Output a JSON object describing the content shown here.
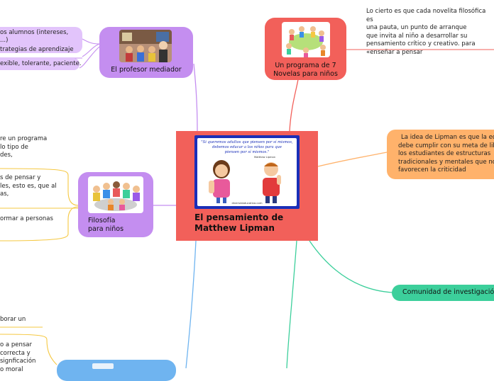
{
  "central": {
    "title_line1": "El pensamiento de",
    "title_line2": "Matthew Lipman",
    "image": {
      "quote_line1": "\"Si queremos adultos que piensen por sí mismos,",
      "quote_line2": "debemos educar a los niños para que",
      "quote_line3": "piensen por sí mismos.\"",
      "author": "Matthew Lipman",
      "footer": "diversidaducativa.com"
    },
    "color": "#f2605a"
  },
  "topics": {
    "profesor": {
      "label": "El profesor mediador",
      "color": "#c48ef0"
    },
    "programa": {
      "label_line1": "Un programa de 7",
      "label_line2": "Novelas para niños",
      "color": "#f2605a"
    },
    "filosofia": {
      "label_line1": "Filosofía",
      "label_line2": "para niños",
      "color": "#c48ef0"
    },
    "idea": {
      "lines": [
        "La idea de Lipman es que la edu",
        "debe cumplir con su meta de lib",
        "los estudiantes de estructuras",
        "tradicionales y mentales que no",
        "favorecen la criticidad"
      ],
      "color": "#ffb26b"
    },
    "comunidad": {
      "label": "Comunidad de investigación",
      "color": "#3ccf9b"
    },
    "bottom_left": {
      "color": "#6fb4f0"
    }
  },
  "notes": {
    "profesor_items": [
      "os alumnos (intereses,",
      "...)",
      "trategias de aprendizaje",
      "exible, tolerante, paciente."
    ],
    "programa_text": [
      "Lo cierto es que cada novelita filosófica es",
      "una pauta, un punto de arranque",
      "que invita al niño a desarrollar su",
      "pensamiento crítico y creativo. para",
      "«enseñar a pensar"
    ],
    "filosofia_text_1": [
      "re un programa",
      "lo tipo de",
      "des,"
    ],
    "filosofia_text_2": [
      "s de pensar y",
      "les, esto es, que al",
      "as,"
    ],
    "filosofia_text_3": [
      "ormar a personas"
    ],
    "bottom_text_1": [
      "borar un"
    ],
    "bottom_text_2": [
      "o a pensar",
      "correcta y",
      "signficación",
      "o moral"
    ]
  },
  "colors": {
    "line_purple": "#c48ef0",
    "line_red": "#f2605a",
    "line_orange": "#ffb26b",
    "line_green": "#3ccf9b",
    "line_blue": "#6fb4f0",
    "line_yellow": "#f5c842"
  }
}
